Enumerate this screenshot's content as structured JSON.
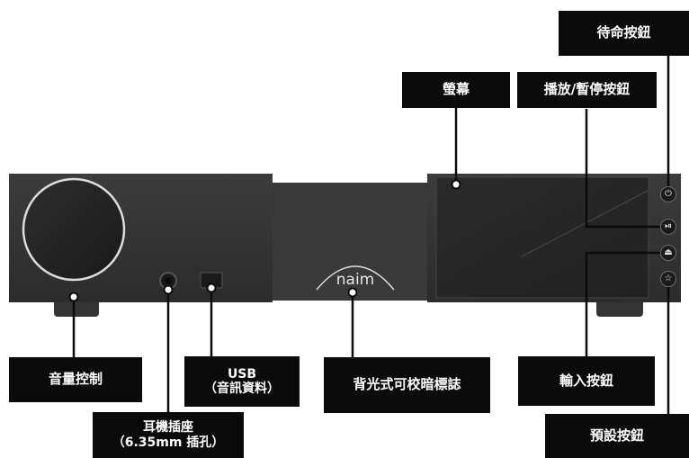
{
  "labels": {
    "standby": "待命按鈕",
    "play_pause": "播放/暫停按鈕",
    "screen": "螢幕",
    "volume": "音量控制",
    "usb_line1": "USB",
    "usb_line2": "（音訊資料）",
    "logo": "背光式可校暗標誌",
    "input": "輸入按鈕",
    "headphone_line1": "耳機插座",
    "headphone_line2": "（6.35mm 插孔）",
    "preset": "預設按鈕"
  },
  "device": {
    "logo_text": "naim",
    "button_icons": [
      "power-icon",
      "play-pause-icon",
      "input-icon",
      "star-icon"
    ]
  },
  "colors": {
    "label_bg": "#0b0b0b",
    "label_text": "#ffffff",
    "device_body": "#333333"
  }
}
